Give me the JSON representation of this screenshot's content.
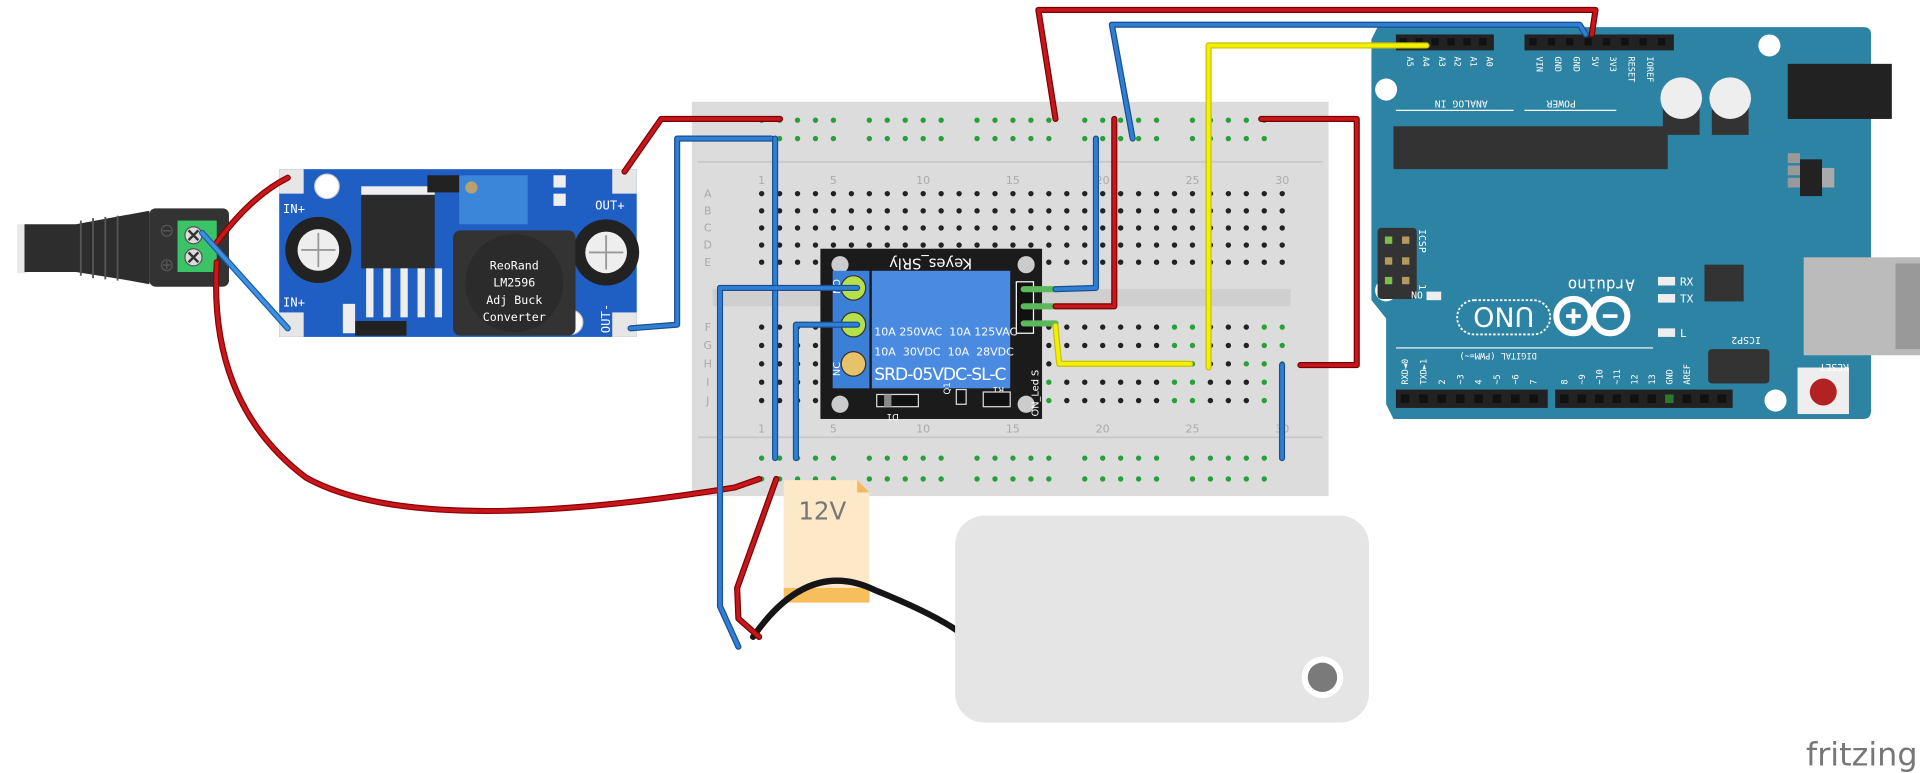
{
  "buck_converter": {
    "pin_in_plus_top": "IN+",
    "pin_in_plus_bottom": "IN+",
    "pin_out_plus": "OUT+",
    "pin_out_minus": "OUT-",
    "chip_label": [
      "ReoRand",
      "LM2596",
      "Adj Buck",
      "Converter"
    ]
  },
  "dc_jack": {
    "minus_symbol": "⊖",
    "plus_symbol": "⊕"
  },
  "breadboard": {
    "row_letters_top": [
      "A",
      "B",
      "C",
      "D",
      "E"
    ],
    "row_letters_bottom": [
      "F",
      "G",
      "H",
      "I",
      "J"
    ],
    "column_numbers_top": [
      "1",
      "5",
      "10",
      "15",
      "20",
      "25",
      "30"
    ],
    "column_numbers_bottom": [
      "1",
      "5",
      "10",
      "15",
      "20",
      "25",
      "30"
    ]
  },
  "relay_module": {
    "brand": "Keyes_SRly",
    "rating_line1": "10A 250VAC  10A 125VAC",
    "rating_line2": "10A  30VDC  10A  28VDC",
    "model": "SRD-05VDC-SL-C",
    "terminal_no": "NO",
    "terminal_nc": "NC",
    "side_label": "ON_Led S",
    "diode_label": "D1",
    "transistor_label": "Q1",
    "resistor_label": "R1"
  },
  "arduino": {
    "analog_pins": [
      "A5",
      "A4",
      "A3",
      "A2",
      "A1",
      "A0"
    ],
    "analog_header_label": "ANALOG IN",
    "power_pins": [
      "VIN",
      "GND",
      "GND",
      "5V",
      "3V3",
      "RESET",
      "IOREF"
    ],
    "power_header_label": "POWER",
    "icsp_label": "ICSP",
    "icsp_pin1": "1",
    "on_label": "ON",
    "rx_label": "RX",
    "tx_label": "TX",
    "l_label": "L",
    "logo_text": "Arduino",
    "model_text": "UNO",
    "digital_label": "DIGITAL (PWM=~)",
    "digital_pins": [
      "RXD◄0",
      "TXD►1",
      "2",
      "~3",
      "4",
      "~5",
      "~6",
      "7",
      "8",
      "~9",
      "~10",
      "~11",
      "12",
      "13",
      "GND",
      "AREF"
    ],
    "icsp2_label": "ICSP2",
    "reset_label": "RESET"
  },
  "power_label": {
    "text": "12V"
  },
  "watermark": {
    "text": "fritzing"
  },
  "colors": {
    "wire_red": "#c8161d",
    "wire_blue": "#2f7fd4",
    "wire_yellow": "#f4f000",
    "arduino_teal": "#2d83a3",
    "buck_blue": "#1f5fc4",
    "breadboard": "#dcdcdc",
    "hole_green": "#27a03a"
  }
}
